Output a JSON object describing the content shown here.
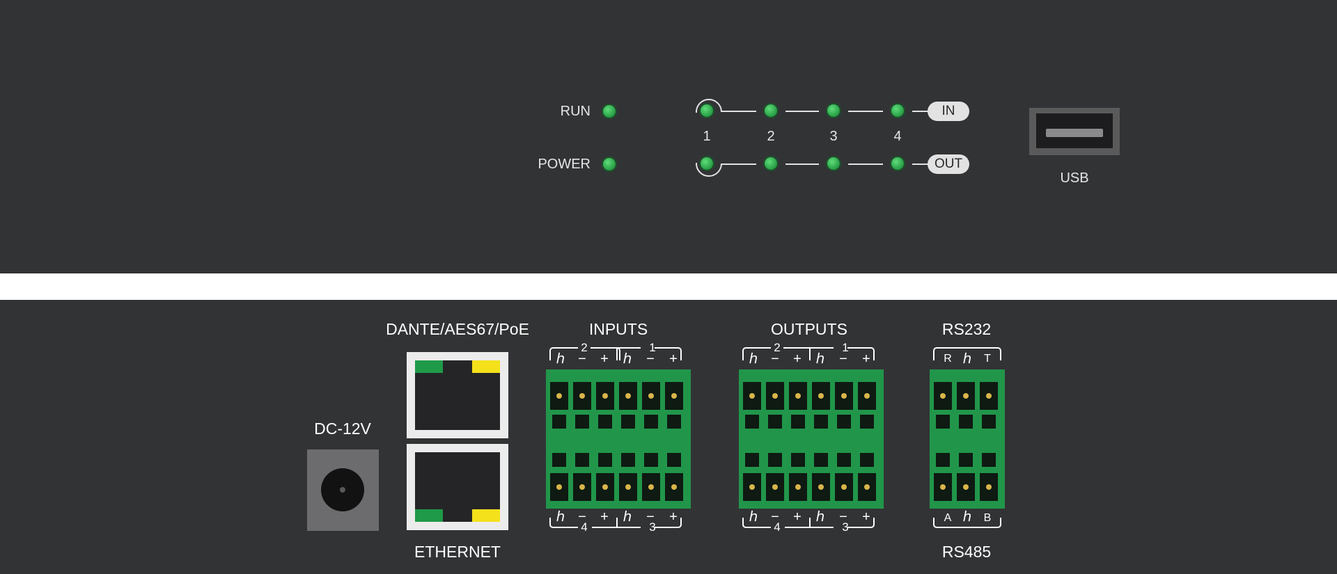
{
  "front": {
    "status": {
      "run": "RUN",
      "power": "POWER"
    },
    "channel_numbers": [
      "1",
      "2",
      "3",
      "4"
    ],
    "pills": {
      "in": "IN",
      "out": "OUT"
    },
    "usb_label": "USB"
  },
  "rear": {
    "dc_label": "DC-12V",
    "dante_label": "DANTE/AES67/PoE",
    "ethernet_label": "ETHERNET",
    "inputs_label": "INPUTS",
    "outputs_label": "OUTPUTS",
    "rs232_label": "RS232",
    "rs485_label": "RS485",
    "pin_symbols": {
      "ground": "ℎ",
      "minus": "−",
      "plus": "+"
    },
    "top_channels": [
      "2",
      "1"
    ],
    "bottom_channels": [
      "4",
      "3"
    ],
    "rs232_pins": [
      "R",
      "ℎ",
      "T"
    ],
    "rs485_pins": [
      "A",
      "ℎ",
      "B"
    ]
  },
  "colors": {
    "panel": "#323335",
    "led": "#2aa148",
    "terminal": "#21964a",
    "rj_led_green": "#1f9a48",
    "rj_led_yellow": "#f4e11b"
  }
}
